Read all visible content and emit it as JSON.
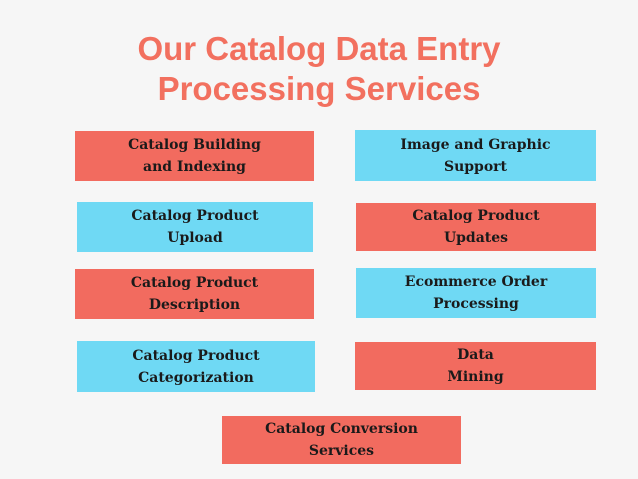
{
  "title": {
    "line1": "Our Catalog Data Entry",
    "line2": "Processing Services"
  },
  "boxes": {
    "catalog_building": {
      "label": "Catalog Building\nand Indexing",
      "color": "#f26b5f"
    },
    "image_graphic": {
      "label": "Image and Graphic\nSupport",
      "color": "#6fd9f4"
    },
    "product_upload": {
      "label": "Catalog Product\nUpload",
      "color": "#6fd9f4"
    },
    "product_updates": {
      "label": "Catalog Product\nUpdates",
      "color": "#f26b5f"
    },
    "product_description": {
      "label": "Catalog Product\nDescription",
      "color": "#f26b5f"
    },
    "ecommerce_order": {
      "label": "Ecommerce Order\nProcessing",
      "color": "#6fd9f4"
    },
    "product_categorization": {
      "label": "Catalog Product\nCategorization",
      "color": "#6fd9f4"
    },
    "data_mining": {
      "label": "Data\nMining",
      "color": "#f26b5f"
    },
    "conversion_services": {
      "label": "Catalog Conversion\nServices",
      "color": "#f26b5f"
    }
  }
}
